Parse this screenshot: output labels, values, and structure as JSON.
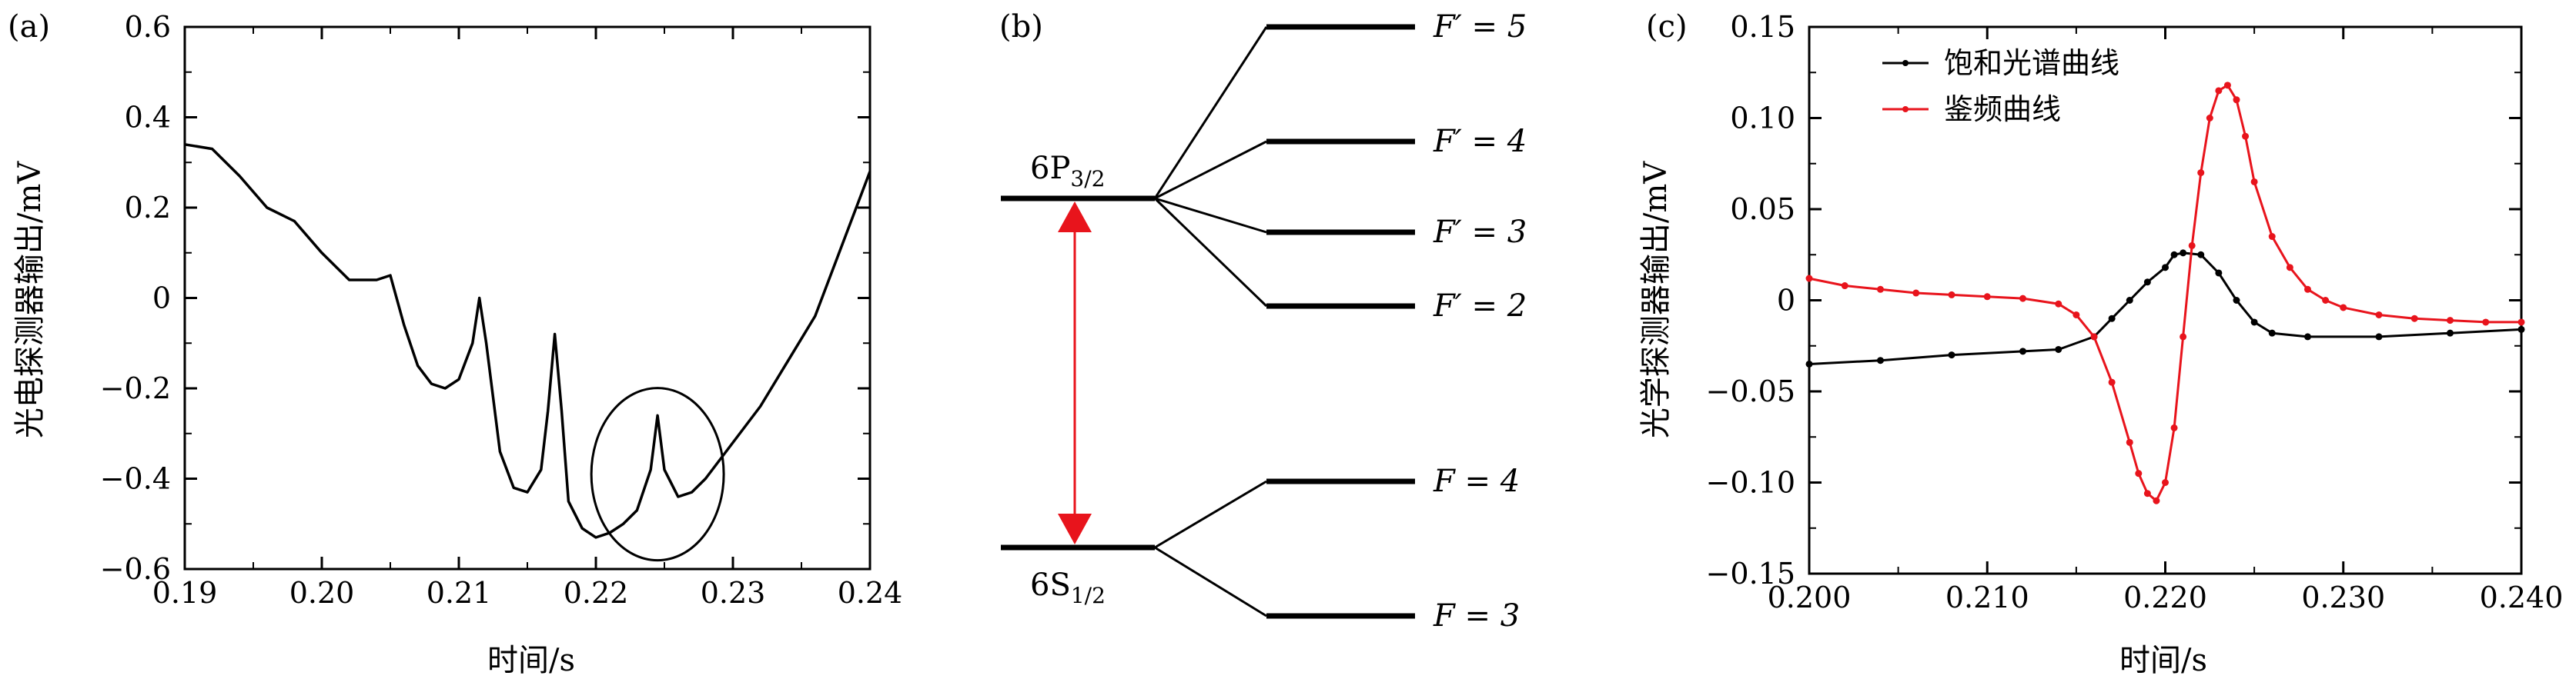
{
  "panels": [
    {
      "label": "(a)",
      "xlabel": "时间/s",
      "ylabel": "光电探测器输出/mV"
    },
    {
      "label": "(b)",
      "upper_state": "6P",
      "upper_sub": "3/2",
      "lower_state": "6S",
      "lower_sub": "1/2",
      "upper_levels": [
        "F′ = 5",
        "F′ = 4",
        "F′ = 3",
        "F′ = 2"
      ],
      "lower_levels": [
        "F = 4",
        "F = 3"
      ]
    },
    {
      "label": "(c)",
      "xlabel": "时间/s",
      "ylabel": "光学探测器输出/mV"
    }
  ],
  "colors": {
    "black_series": "#000000",
    "red_series": "#e8141c",
    "arrow": "#e8141c"
  },
  "chart_data": [
    {
      "type": "line",
      "xlim": [
        0.19,
        0.24
      ],
      "ylim": [
        -0.6,
        0.6
      ],
      "xticks": [
        "0.19",
        "0.20",
        "0.21",
        "0.22",
        "0.23",
        "0.24"
      ],
      "yticks": [
        "0.6",
        "0.4",
        "0.2",
        "0",
        "−0.2",
        "−0.4",
        "−0.6"
      ],
      "grid": false,
      "series": [
        {
          "x": [
            0.19,
            0.192,
            0.194,
            0.196,
            0.198,
            0.2,
            0.202,
            0.204,
            0.205,
            0.206,
            0.207,
            0.208,
            0.209,
            0.21,
            0.211,
            0.2115,
            0.212,
            0.213,
            0.214,
            0.215,
            0.216,
            0.2165,
            0.217,
            0.2175,
            0.218,
            0.219,
            0.22,
            0.221,
            0.222,
            0.223,
            0.224,
            0.2245,
            0.225,
            0.226,
            0.227,
            0.228,
            0.229,
            0.23,
            0.232,
            0.234,
            0.236,
            0.238,
            0.24
          ],
          "y": [
            0.34,
            0.33,
            0.27,
            0.2,
            0.17,
            0.1,
            0.04,
            0.04,
            0.05,
            -0.06,
            -0.15,
            -0.19,
            -0.2,
            -0.18,
            -0.1,
            0.0,
            -0.1,
            -0.34,
            -0.42,
            -0.43,
            -0.38,
            -0.25,
            -0.08,
            -0.25,
            -0.45,
            -0.51,
            -0.53,
            -0.52,
            -0.5,
            -0.47,
            -0.38,
            -0.26,
            -0.38,
            -0.44,
            -0.43,
            -0.4,
            -0.36,
            -0.32,
            -0.24,
            -0.14,
            -0.04,
            0.12,
            0.28
          ]
        }
      ],
      "annotation": "circle around peak near x = 0.2245"
    },
    {
      "type": "diagram",
      "description_levels_upper": [
        "F′ = 5",
        "F′ = 4",
        "F′ = 3",
        "F′ = 2"
      ],
      "description_levels_lower": [
        "F = 4",
        "F = 3"
      ]
    },
    {
      "type": "line",
      "xlim": [
        0.2,
        0.24
      ],
      "ylim": [
        -0.15,
        0.15
      ],
      "xticks": [
        "0.200",
        "0.210",
        "0.220",
        "0.230",
        "0.240"
      ],
      "yticks": [
        "0.15",
        "0.10",
        "0.05",
        "0",
        "−0.05",
        "−0.10",
        "−0.15"
      ],
      "grid": false,
      "legend_position": "top-left",
      "series": [
        {
          "name": "饱和光谱曲线",
          "color": "#000000",
          "x": [
            0.2,
            0.204,
            0.208,
            0.212,
            0.214,
            0.216,
            0.217,
            0.218,
            0.219,
            0.22,
            0.2205,
            0.221,
            0.222,
            0.223,
            0.224,
            0.225,
            0.226,
            0.228,
            0.232,
            0.236,
            0.24
          ],
          "y": [
            -0.035,
            -0.033,
            -0.03,
            -0.028,
            -0.027,
            -0.02,
            -0.01,
            0.0,
            0.01,
            0.018,
            0.025,
            0.026,
            0.025,
            0.015,
            0.0,
            -0.012,
            -0.018,
            -0.02,
            -0.02,
            -0.018,
            -0.016
          ]
        },
        {
          "name": "鉴频曲线",
          "color": "#e8141c",
          "x": [
            0.2,
            0.202,
            0.204,
            0.206,
            0.208,
            0.21,
            0.212,
            0.214,
            0.215,
            0.216,
            0.217,
            0.218,
            0.2185,
            0.219,
            0.2195,
            0.22,
            0.2205,
            0.221,
            0.2215,
            0.222,
            0.2225,
            0.223,
            0.2235,
            0.224,
            0.2245,
            0.225,
            0.226,
            0.227,
            0.228,
            0.229,
            0.23,
            0.232,
            0.234,
            0.236,
            0.238,
            0.24
          ],
          "y": [
            0.012,
            0.008,
            0.006,
            0.004,
            0.003,
            0.002,
            0.001,
            -0.002,
            -0.008,
            -0.02,
            -0.045,
            -0.078,
            -0.095,
            -0.106,
            -0.11,
            -0.1,
            -0.07,
            -0.02,
            0.03,
            0.07,
            0.1,
            0.115,
            0.118,
            0.11,
            0.09,
            0.065,
            0.035,
            0.018,
            0.006,
            0.0,
            -0.004,
            -0.008,
            -0.01,
            -0.011,
            -0.012,
            -0.012
          ]
        }
      ]
    }
  ]
}
